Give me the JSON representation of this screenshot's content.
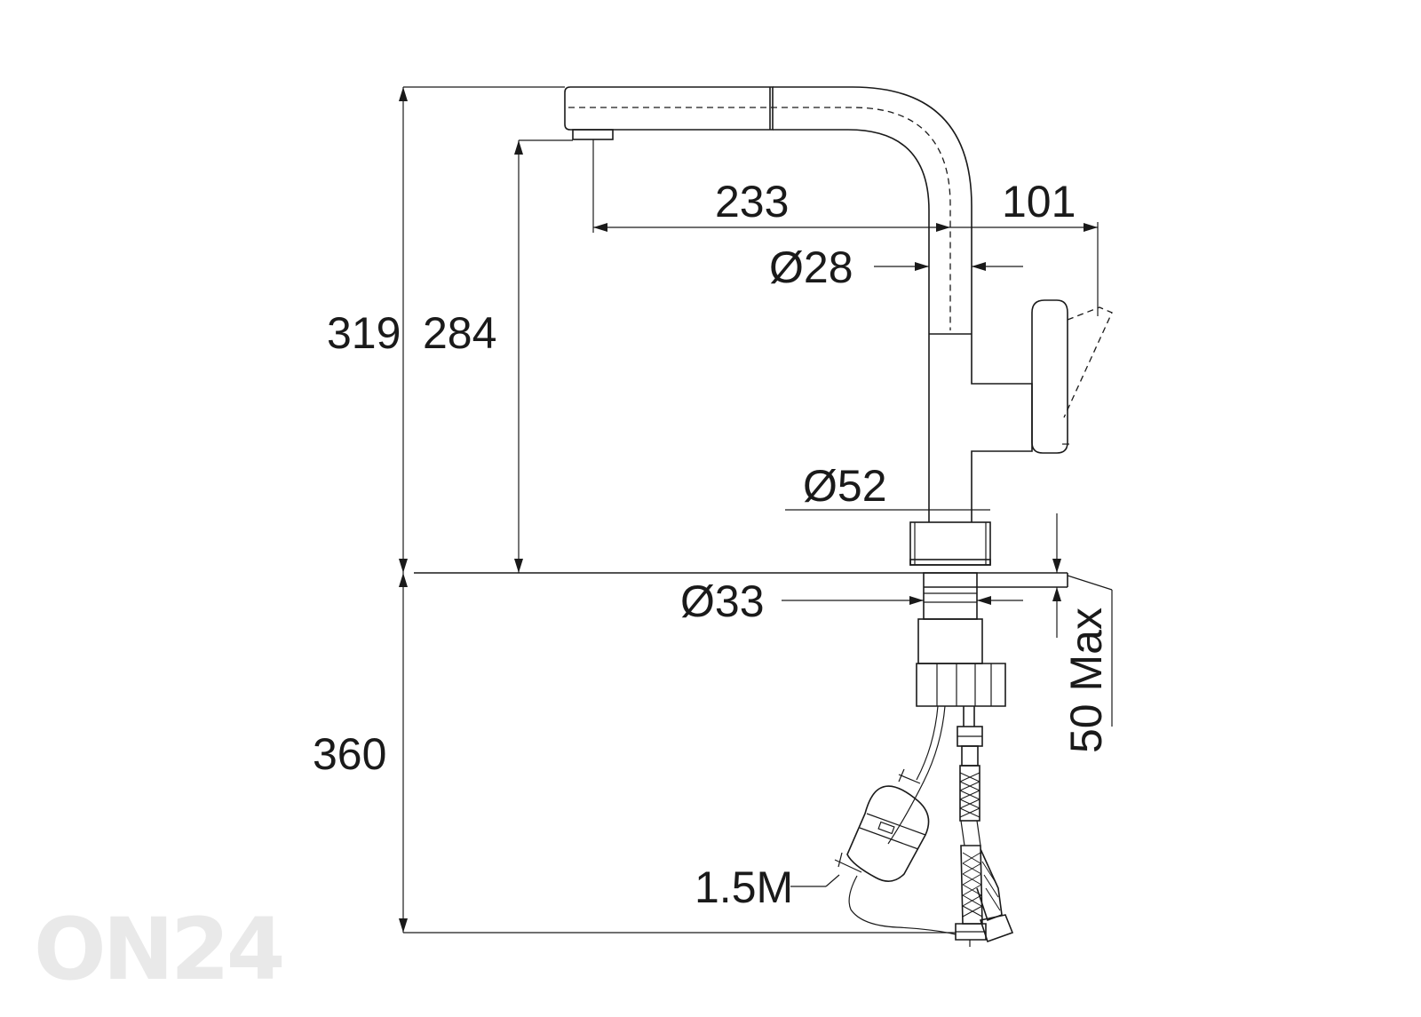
{
  "dimensions": {
    "total_height": "319",
    "spout_height": "284",
    "spout_reach": "233",
    "handle_reach": "101",
    "spout_diameter": "Ø28",
    "body_diameter": "Ø52",
    "shank_diameter": "Ø33",
    "mount_thickness": "50 Max",
    "under_sink_length": "360",
    "hose_length": "1.5M"
  },
  "watermark": "ON24"
}
